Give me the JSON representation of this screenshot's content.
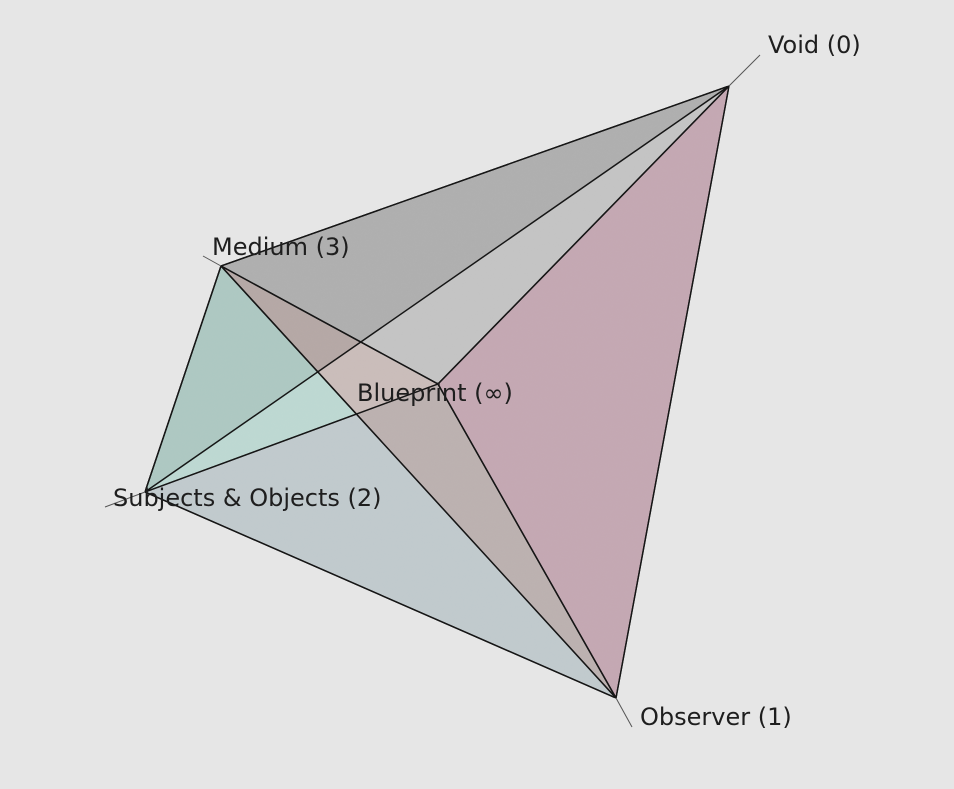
{
  "diagram": {
    "vertices": [
      {
        "id": "void",
        "label": "Void (0)"
      },
      {
        "id": "observer",
        "label": "Observer (1)"
      },
      {
        "id": "subjects",
        "label": "Subjects & Objects (2)"
      },
      {
        "id": "medium",
        "label": "Medium (3)"
      },
      {
        "id": "blueprint",
        "label": "Blueprint (∞)"
      }
    ],
    "faces": [
      {
        "id": "face-medium-void-subjects",
        "vertices": [
          "medium",
          "void",
          "subjects"
        ],
        "color": "#a8a8a8",
        "opacity": 0.75
      },
      {
        "id": "face-medium-void-blueprint",
        "vertices": [
          "medium",
          "void",
          "blueprint"
        ],
        "color": "#a8a8a8",
        "opacity": 0.55
      },
      {
        "id": "face-medium-subjects-observer",
        "vertices": [
          "medium",
          "subjects",
          "observer"
        ],
        "color": "#a8d2c8",
        "opacity": 0.65
      },
      {
        "id": "face-subjects-blueprint-observer",
        "vertices": [
          "subjects",
          "blueprint",
          "observer"
        ],
        "color": "#c2c8cc",
        "opacity": 0.85
      },
      {
        "id": "face-medium-blueprint-observer",
        "vertices": [
          "medium",
          "blueprint",
          "observer"
        ],
        "color": "#b39a98",
        "opacity": 0.55
      },
      {
        "id": "face-blueprint-void-observer",
        "vertices": [
          "blueprint",
          "void",
          "observer"
        ],
        "color": "#bb96a4",
        "opacity": 0.78
      }
    ],
    "edges": [
      [
        "medium",
        "void"
      ],
      [
        "medium",
        "subjects"
      ],
      [
        "medium",
        "blueprint"
      ],
      [
        "medium",
        "observer"
      ],
      [
        "subjects",
        "void"
      ],
      [
        "subjects",
        "blueprint"
      ],
      [
        "subjects",
        "observer"
      ],
      [
        "blueprint",
        "void"
      ],
      [
        "blueprint",
        "observer"
      ],
      [
        "void",
        "observer"
      ]
    ]
  }
}
